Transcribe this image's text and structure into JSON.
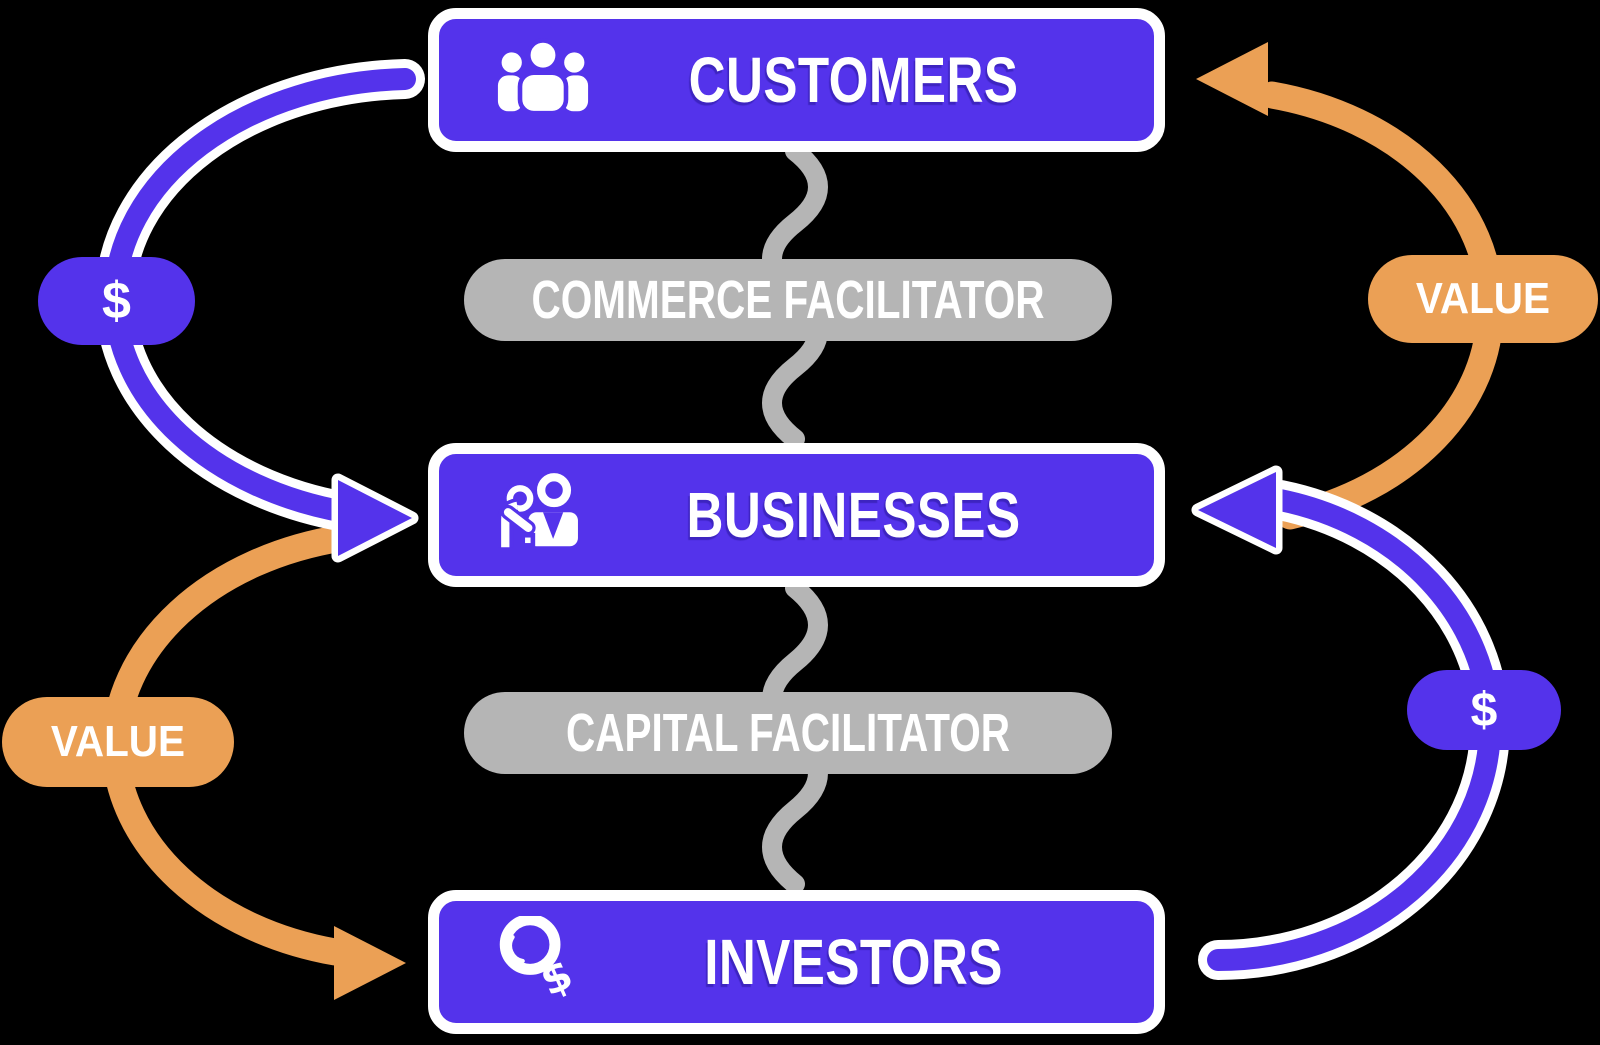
{
  "diagram": {
    "title": "two-sided commerce and capital flow diagram",
    "colors": {
      "purple": "#5433EB",
      "orange": "#EBA055",
      "gray": "#B5B5B5",
      "white": "#FFFFFF",
      "background": "#000000"
    },
    "nodes": [
      {
        "id": "customers",
        "label": "CUSTOMERS",
        "icon": "people-group-icon"
      },
      {
        "id": "businesses",
        "label": "BUSINESSES",
        "icon": "business-people-icon"
      },
      {
        "id": "investors",
        "label": "INVESTORS",
        "icon": "search-money-icon"
      }
    ],
    "facilitators": [
      {
        "id": "commerce",
        "label": "COMMERCE FACILITATOR",
        "between": [
          "customers",
          "businesses"
        ]
      },
      {
        "id": "capital",
        "label": "CAPITAL FACILITATOR",
        "between": [
          "businesses",
          "investors"
        ]
      }
    ],
    "flows": [
      {
        "from": "customers",
        "to": "businesses",
        "badge": "$",
        "color": "purple",
        "side": "left"
      },
      {
        "from": "businesses",
        "to": "customers",
        "badge": "VALUE",
        "color": "orange",
        "side": "right"
      },
      {
        "from": "businesses",
        "to": "investors",
        "badge": "VALUE",
        "color": "orange",
        "side": "left"
      },
      {
        "from": "investors",
        "to": "businesses",
        "badge": "$",
        "color": "purple",
        "side": "right"
      }
    ],
    "badges": {
      "money_left": "$",
      "value_right": "VALUE",
      "value_left": "VALUE",
      "money_right": "$"
    }
  }
}
